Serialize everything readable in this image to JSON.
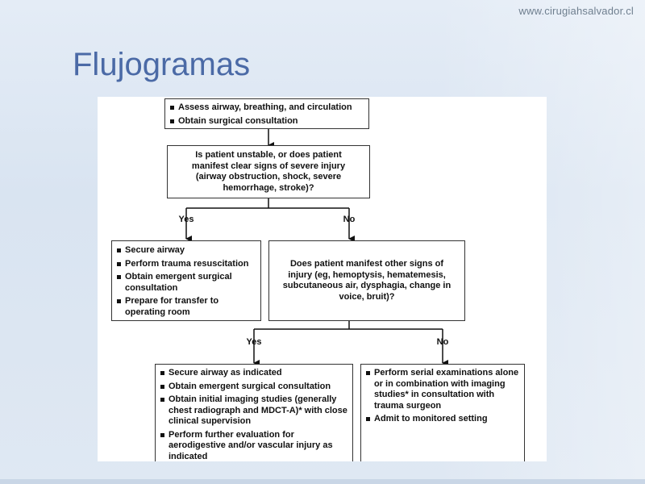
{
  "header": {
    "url": "www.cirugiahsalvador.cl",
    "title": "Flujogramas"
  },
  "flowchart": {
    "start": {
      "items": [
        "Assess airway, breathing, and circulation",
        "Obtain surgical consultation"
      ]
    },
    "question1": "Is patient unstable, or does patient manifest clear signs of severe injury (airway obstruction, shock, severe hemorrhage, stroke)?",
    "yes1_label": "Yes",
    "no1_label": "No",
    "unstable": {
      "items": [
        "Secure airway",
        "Perform trauma resuscitation",
        "Obtain emergent surgical consultation",
        "Prepare for transfer to operating room"
      ]
    },
    "question2": "Does patient manifest other signs of injury (eg, hemoptysis, hematemesis, subcutaneous air, dysphagia, change in voice, bruit)?",
    "yes2_label": "Yes",
    "no2_label": "No",
    "other_signs": {
      "items": [
        "Secure airway as indicated",
        "Obtain emergent surgical consultation",
        "Obtain initial imaging studies (generally chest radiograph and MDCT-A)* with close clinical supervision",
        "Perform further evaluation for aerodigestive and/or vascular injury as indicated"
      ]
    },
    "no_signs": {
      "items": [
        "Perform serial examinations alone or in combination with imaging studies* in consultation with trauma surgeon",
        "Admit to monitored setting"
      ]
    }
  }
}
